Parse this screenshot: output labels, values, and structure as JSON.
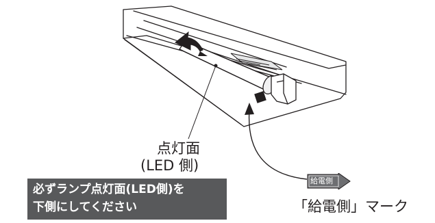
{
  "labels": {
    "face_line1": "点灯面",
    "face_line2": "(LED 側)",
    "mark_badge": "給電側",
    "mark_caption": "「給電側」マーク"
  },
  "instruction": {
    "line1": "必ずランプ点灯面(LED側)を",
    "line2": "下側にしてください"
  },
  "colors": {
    "text": "#231f20",
    "instruction_bg": "#58595b",
    "instruction_text": "#ffffff",
    "badge_bg": "#6d6e71"
  }
}
